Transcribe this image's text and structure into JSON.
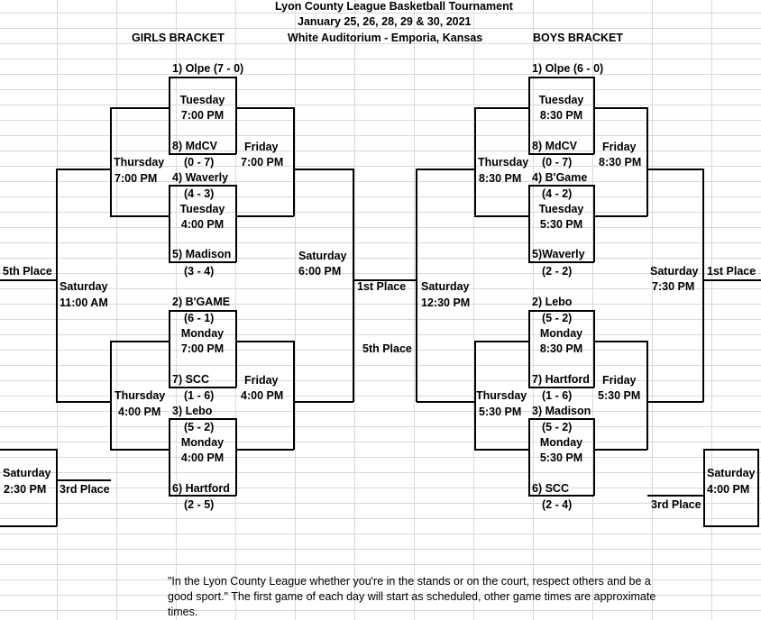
{
  "header": {
    "title": "Lyon County League Basketball Tournament",
    "dates": "January    25, 26, 28, 29 & 30, 2021",
    "location": "White Auditorium  -  Emporia, Kansas"
  },
  "girls": {
    "heading": "GIRLS BRACKET",
    "teams": {
      "olpe": "1) Olpe  (7  -  0)",
      "mdcv": "8) MdCV",
      "mdcv_rec": "(0  -  7)",
      "waverly": "4) Waverly",
      "waverly_rec": "(4  -  3)",
      "madison": "5) Madison",
      "madison_rec": "(3  -  4)",
      "bgame": "2) B'GAME",
      "bgame_rec": "(6  -  1)",
      "scc": "7) SCC",
      "scc_rec": "(1  -  6)",
      "lebo": "3) Lebo",
      "lebo_rec": "(5  -  2)",
      "hartford": "6) Hartford",
      "hartford_rec": "(2  -  5)"
    },
    "games": {
      "g1_day": "Tuesday",
      "g1_time": "7:00 PM",
      "g2_day": "Tuesday",
      "g2_time": "4:00 PM",
      "g3_day": "Monday",
      "g3_time": "7:00 PM",
      "g4_day": "Monday",
      "g4_time": "4:00 PM",
      "semi_top_day": "Friday",
      "semi_top_time": "7:00 PM",
      "semi_bot_day": "Friday",
      "semi_bot_time": "4:00 PM",
      "cons_top_day": "Thursday",
      "cons_top_time": "7:00 PM",
      "cons_bot_day": "Thursday",
      "cons_bot_time": "4:00 PM",
      "final_day": "Saturday",
      "final_time": "6:00 PM",
      "fifth_day": "Saturday",
      "fifth_time": "11:00 AM",
      "third_day": "Saturday",
      "third_time": "2:30 PM"
    },
    "labels": {
      "fifth": "5th Place",
      "first": "1st Place",
      "third": "3rd Place",
      "fifth_out": "5th Place"
    }
  },
  "boys": {
    "heading": "BOYS BRACKET",
    "teams": {
      "olpe": "1) Olpe (6  -  0)",
      "mdcv": "8) MdCV",
      "mdcv_rec": "(0  -  7)",
      "bgame": "4) B'Game",
      "bgame_rec": "(4  -  2)",
      "waverly": "5)Waverly",
      "waverly_rec": "(2  -  2)",
      "lebo": "2) Lebo",
      "lebo_rec": "(5  -  2)",
      "hartford": "7) Hartford",
      "hartford_rec": "(1  -  6)",
      "madison": "3) Madison",
      "madison_rec": "(5  -  2)",
      "scc": "6) SCC",
      "scc_rec": "(2  -  4)"
    },
    "games": {
      "g1_day": "Tuesday",
      "g1_time": "8:30 PM",
      "g2_day": "Tuesday",
      "g2_time": "5:30 PM",
      "g3_day": "Monday",
      "g3_time": "8:30 PM",
      "g4_day": "Monday",
      "g4_time": "5:30 PM",
      "semi_top_day": "Friday",
      "semi_top_time": "8:30 PM",
      "semi_bot_day": "Friday",
      "semi_bot_time": "5:30 PM",
      "cons_top_day": "Thursday",
      "cons_top_time": "8:30 PM",
      "cons_bot_day": "Thursday",
      "cons_bot_time": "5:30 PM",
      "final_day": "Saturday",
      "final_time": "7:30 PM",
      "fifth_day": "Saturday",
      "fifth_time": "12:30 PM",
      "third_day": "Saturday",
      "third_time": "4:00 PM"
    },
    "labels": {
      "first": "1st Place",
      "third": "3rd Place"
    }
  },
  "note": "\"In the Lyon County League whether you're in the stands or on the court, respect others and be a good sport.\"  The first game of each day will start as scheduled, other game times are approximate times."
}
